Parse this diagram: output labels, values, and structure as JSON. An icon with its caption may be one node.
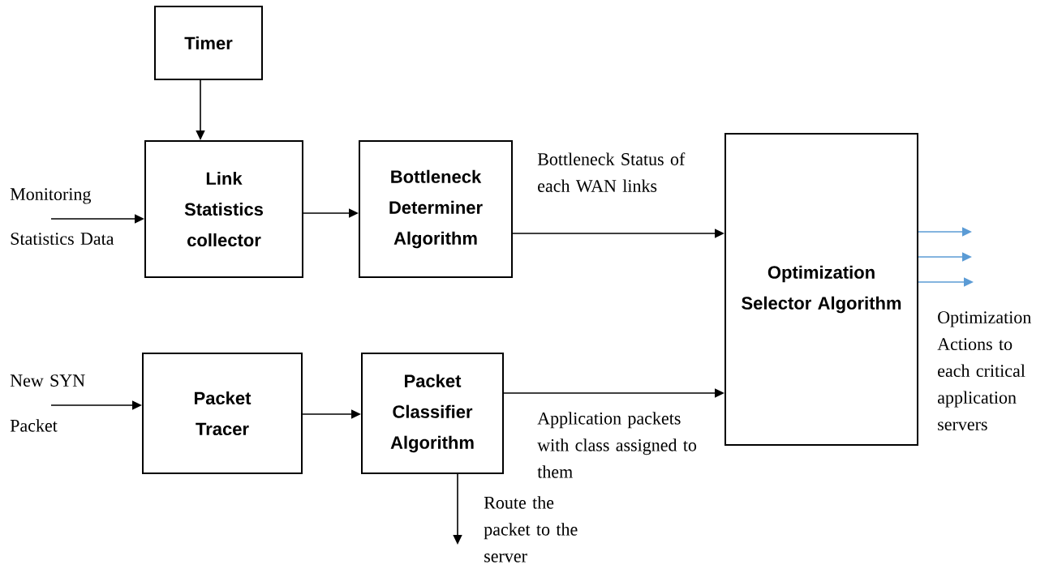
{
  "diagram": {
    "nodes": [
      {
        "text": [
          "Timer"
        ]
      },
      {
        "text": [
          "Link Statistics collector"
        ]
      },
      {
        "text": [
          "Bottleneck Determiner Algorithm"
        ]
      },
      {
        "text": [
          "Optimization Selector Algorithm"
        ]
      },
      {
        "text": [
          "Packet Tracer"
        ]
      },
      {
        "text": [
          "Packet Classifier Algorithm"
        ]
      }
    ],
    "edges": [
      {
        "from": 0,
        "to": 1,
        "arrow": "to"
      },
      {
        "from": null,
        "to": 1,
        "arrow": "to"
      },
      {
        "from": 1,
        "to": 2,
        "arrow": "to"
      },
      {
        "from": 2,
        "to": 3,
        "arrow": "to",
        "label": "Bottleneck Status of each WAN links"
      },
      {
        "from": null,
        "to": 4,
        "arrow": "to"
      },
      {
        "from": 4,
        "to": 5,
        "arrow": "to"
      },
      {
        "from": 5,
        "to": 3,
        "arrow": "to",
        "label": "Application packets with class assigned to them"
      },
      {
        "from": 5,
        "to": null,
        "arrow": "to",
        "label": "Route the packet to the server"
      },
      {
        "from": 3,
        "to": null,
        "arrow": "to",
        "color": "#5b9bd5"
      },
      {
        "from": 3,
        "to": null,
        "arrow": "to",
        "color": "#5b9bd5"
      },
      {
        "from": 3,
        "to": null,
        "arrow": "to",
        "color": "#5b9bd5"
      }
    ],
    "labels": [
      "Monitoring",
      "Statistics Data",
      "New SYN",
      "Packet",
      "Optimization Actions to each critical application servers"
    ]
  }
}
